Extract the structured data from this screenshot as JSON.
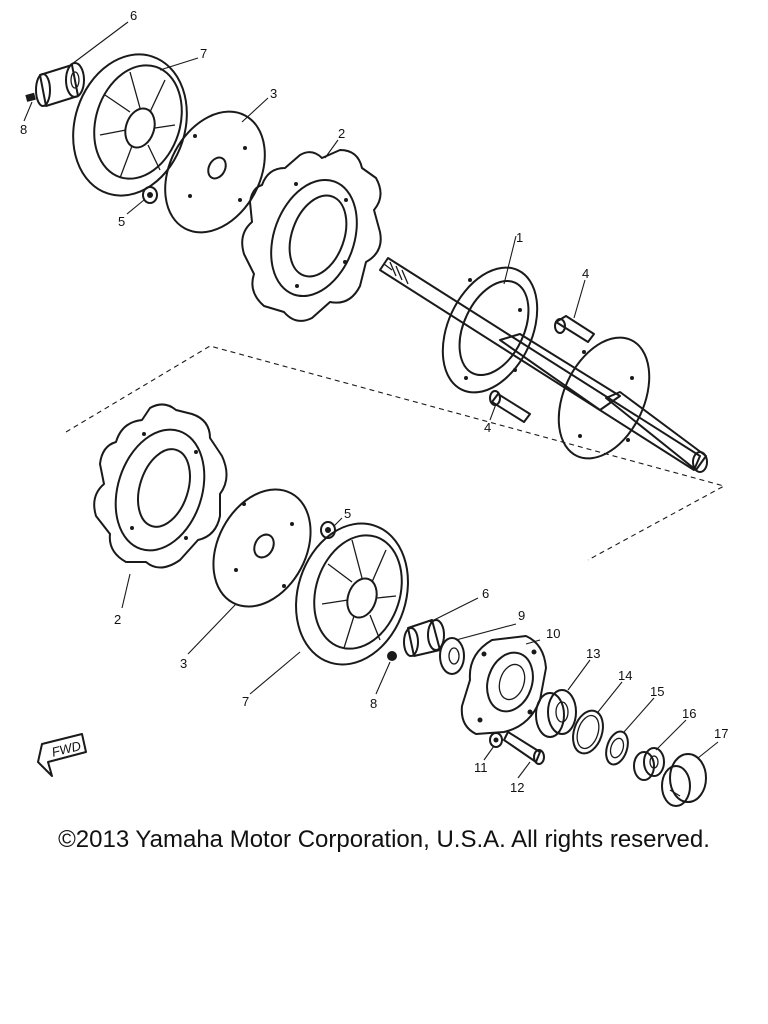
{
  "diagram": {
    "callouts": [
      "1",
      "2",
      "3",
      "4",
      "5",
      "6",
      "7",
      "8",
      "9",
      "10",
      "11",
      "12",
      "13",
      "14",
      "15",
      "16",
      "17"
    ],
    "direction_label": "FWD"
  },
  "footer": {
    "copyright": "©2013 Yamaha Motor Corporation, U.S.A. All rights reserved."
  }
}
